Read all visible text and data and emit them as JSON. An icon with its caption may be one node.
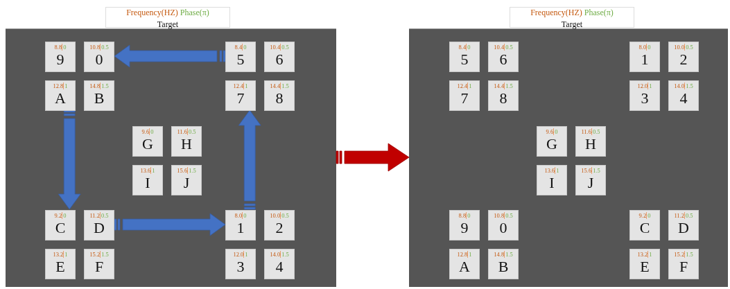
{
  "diagram": {
    "nodes": [
      {
        "text": [],
        "shape": "box"
      },
      {
        "text": [
          "8.8",
          "0",
          "9"
        ],
        "in": 0
      },
      {
        "text": [
          "10.8",
          "0.5",
          "0"
        ],
        "in": 0
      },
      {
        "text": [
          "8.4",
          "0",
          "5"
        ],
        "in": 0
      },
      {
        "text": [
          "10.4",
          "0.5",
          "6"
        ],
        "in": 0
      },
      {
        "text": [
          "12.8",
          "1",
          "A"
        ],
        "in": 0
      },
      {
        "text": [
          "14.8",
          "1.5",
          "B"
        ],
        "in": 0
      },
      {
        "text": [
          "12.4",
          "1",
          "7"
        ],
        "in": 0
      },
      {
        "text": [
          "14.4",
          "1.5",
          "8"
        ],
        "in": 0
      },
      {
        "text": [
          "9.6",
          "0",
          "G"
        ],
        "in": 0
      },
      {
        "text": [
          "11.6",
          "0.5",
          "H"
        ],
        "in": 0
      },
      {
        "text": [
          "13.6",
          "1",
          "I"
        ],
        "in": 0
      },
      {
        "text": [
          "15.6",
          "1.5",
          "J"
        ],
        "in": 0
      },
      {
        "text": [
          "9.2",
          "0",
          "C"
        ],
        "in": 0
      },
      {
        "text": [
          "11.2",
          "0.5",
          "D"
        ],
        "in": 0
      },
      {
        "text": [
          "8.0",
          "0",
          "1"
        ],
        "in": 0
      },
      {
        "text": [
          "10.0",
          "0.5",
          "2"
        ],
        "in": 0
      },
      {
        "text": [
          "13.2",
          "1",
          "E"
        ],
        "in": 0
      },
      {
        "text": [
          "15.2",
          "1.5",
          "F"
        ],
        "in": 0
      },
      {
        "text": [
          "12.0",
          "1",
          "3"
        ],
        "in": 0
      },
      {
        "text": [
          "14.0",
          "1.5",
          "4"
        ],
        "in": 0
      },
      {
        "text": [],
        "shape": "box"
      },
      {
        "text": [
          "8.4",
          "0",
          "5"
        ],
        "in": 21
      },
      {
        "text": [
          "10.4",
          "0.5",
          "6"
        ],
        "in": 21
      },
      {
        "text": [
          "8.0",
          "0",
          "1"
        ],
        "in": 21
      },
      {
        "text": [
          "10.0",
          "0.5",
          "2"
        ],
        "in": 21
      },
      {
        "text": [
          "12.4",
          "1",
          "7"
        ],
        "in": 21
      },
      {
        "text": [
          "14.4",
          "1.5",
          "8"
        ],
        "in": 21
      },
      {
        "text": [
          "12.0",
          "1",
          "3"
        ],
        "in": 21
      },
      {
        "text": [
          "14.0",
          "1.5",
          "4"
        ],
        "in": 21
      },
      {
        "text": [
          "9.6",
          "0",
          "G"
        ],
        "in": 21
      },
      {
        "text": [
          "11.6",
          "0.5",
          "H"
        ],
        "in": 21
      },
      {
        "text": [
          "13.6",
          "1",
          "I"
        ],
        "in": 21
      },
      {
        "text": [
          "15.6",
          "1.5",
          "J"
        ],
        "in": 21
      },
      {
        "text": [
          "8.8",
          "0",
          "9"
        ],
        "in": 21
      },
      {
        "text": [
          "10.8",
          "0.5",
          "0"
        ],
        "in": 21
      },
      {
        "text": [
          "9.2",
          "0",
          "C"
        ],
        "in": 21
      },
      {
        "text": [
          "11.2",
          "0.5",
          "D"
        ],
        "in": 21
      },
      {
        "text": [
          "12.8",
          "1",
          "A"
        ],
        "in": 21
      },
      {
        "text": [
          "14.8",
          "1.5",
          "B"
        ],
        "in": 21
      },
      {
        "text": [
          "13.2",
          "1",
          "E"
        ],
        "in": 21
      },
      {
        "text": [
          "15.2",
          "1.5",
          "F"
        ],
        "in": 21
      }
    ],
    "edges": [
      {
        "from": 3,
        "to": 2,
        "arrow": "to",
        "style": "thick"
      },
      {
        "from": 5,
        "to": 13,
        "arrow": "to",
        "style": "thick"
      },
      {
        "from": 14,
        "to": 15,
        "arrow": "to",
        "style": "thick"
      },
      {
        "from": 15,
        "to": 7,
        "arrow": "to",
        "style": "thick"
      },
      {
        "from": 0,
        "to": 21,
        "arrow": "to",
        "style": "thick",
        "color": "#c00000"
      }
    ],
    "labels": [
      "Target",
      "Target"
    ],
    "legend": [
      {
        "text": "Frequency(HZ)",
        "color": "#c55a11"
      },
      {
        "text": "Phase(π)",
        "color": "#70ad47"
      },
      {
        "text": "Frequency(HZ)",
        "color": "#c55a11"
      },
      {
        "text": "Phase(π)",
        "color": "#70ad47"
      }
    ]
  }
}
